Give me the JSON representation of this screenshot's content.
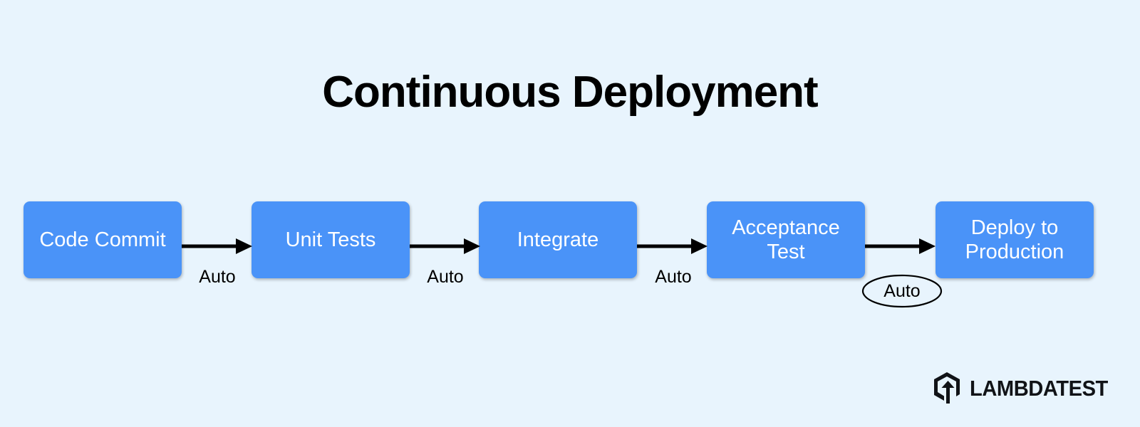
{
  "theme": {
    "background": "#e8f4fd",
    "box_fill": "#4a93f8",
    "box_text": "#ffffff",
    "line": "#000000",
    "title_color": "#000000",
    "brand_color": "#111317"
  },
  "diagram": {
    "title": "Continuous Deployment",
    "type": "flowchart",
    "orientation": "left-to-right",
    "stages": [
      {
        "id": "code-commit",
        "label": "Code Commit"
      },
      {
        "id": "unit-tests",
        "label": "Unit Tests"
      },
      {
        "id": "integrate",
        "label": "Integrate"
      },
      {
        "id": "acceptance-test",
        "label": "Acceptance\nTest"
      },
      {
        "id": "deploy-to-production",
        "label": "Deploy to\nProduction"
      }
    ],
    "connections": [
      {
        "from": "code-commit",
        "to": "unit-tests",
        "label": "Auto",
        "style": "arrow",
        "label_shape": "plain"
      },
      {
        "from": "unit-tests",
        "to": "integrate",
        "label": "Auto",
        "style": "arrow",
        "label_shape": "plain"
      },
      {
        "from": "integrate",
        "to": "acceptance-test",
        "label": "Auto",
        "style": "arrow",
        "label_shape": "plain"
      },
      {
        "from": "acceptance-test",
        "to": "deploy-to-production",
        "label": "Auto",
        "style": "arrow",
        "label_shape": "ellipse"
      }
    ]
  },
  "brand": {
    "name": "LAMBDATEST",
    "mark": "hexagon-arrow-up-icon"
  }
}
